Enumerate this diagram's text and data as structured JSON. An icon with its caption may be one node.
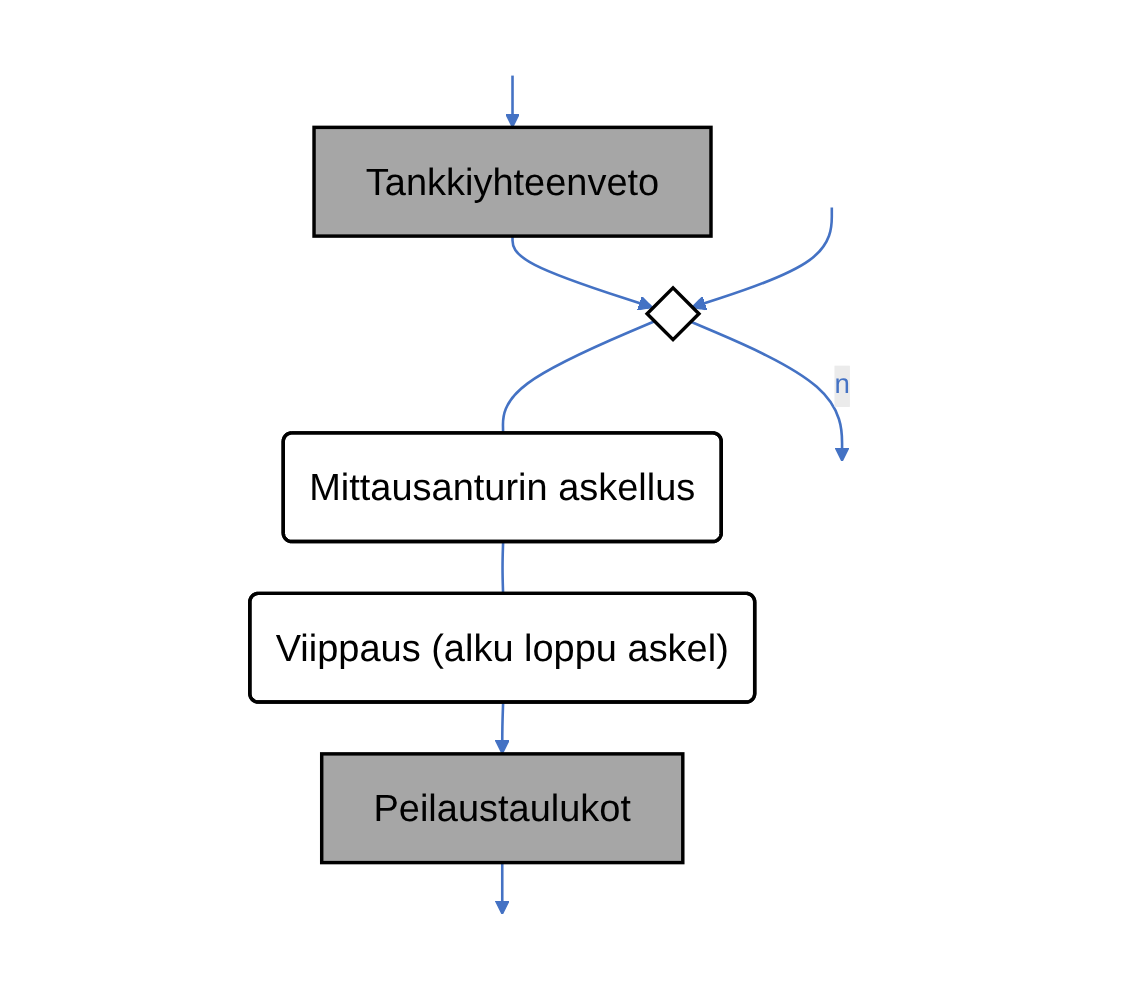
{
  "diagram": {
    "nodes": [
      {
        "text": [
          "Tankkiyhteenveto"
        ]
      },
      {
        "text": [],
        "shape": "diamond"
      },
      {
        "text": [
          "Mittausanturin askellus"
        ]
      },
      {
        "text": [
          "Viippaus (alku loppu askel)"
        ]
      },
      {
        "text": [
          "Peilaustaulukot"
        ]
      }
    ],
    "edges": [
      {
        "from": null,
        "to": 0,
        "arrow": "to"
      },
      {
        "from": 0,
        "to": 1,
        "arrow": "to"
      },
      {
        "from": 1,
        "to": null,
        "arrow": "to",
        "label": "n"
      },
      {
        "from": null,
        "to": 1,
        "arrow": "to"
      },
      {
        "from": 1,
        "to": 2,
        "arrow": "none"
      },
      {
        "from": 2,
        "to": 3,
        "arrow": "none"
      },
      {
        "from": 3,
        "to": 4,
        "arrow": "to"
      },
      {
        "from": 4,
        "to": null,
        "arrow": "to"
      }
    ]
  }
}
